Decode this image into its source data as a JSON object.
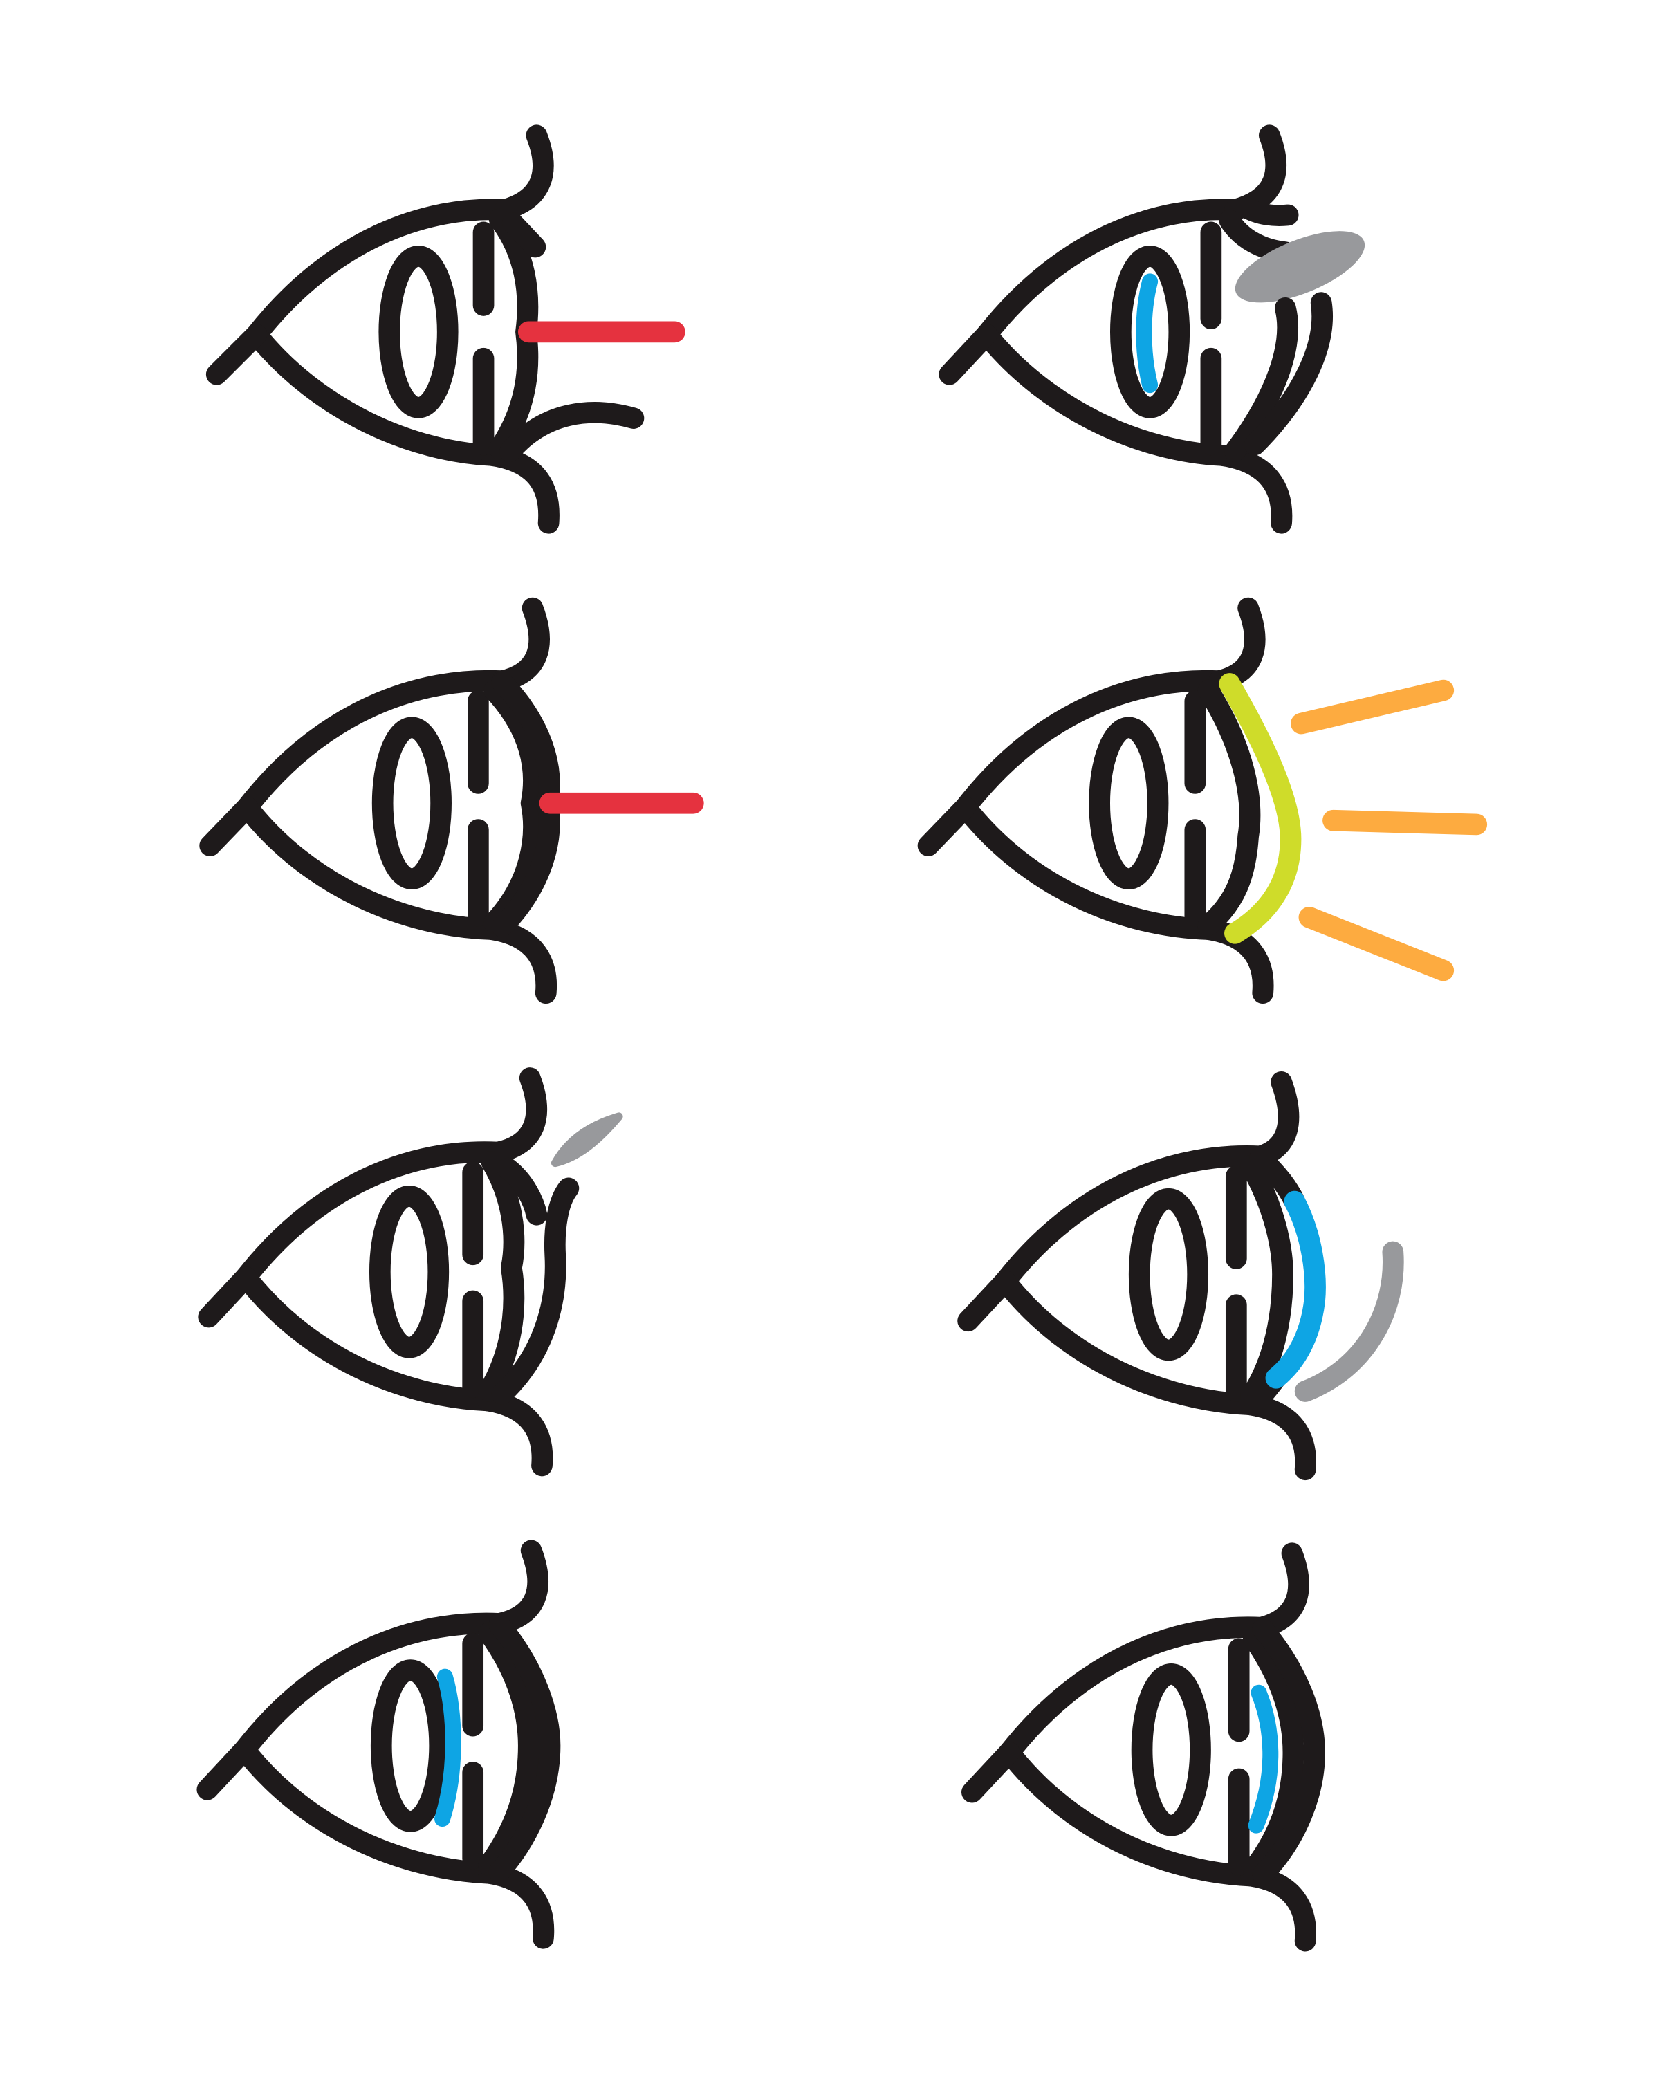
{
  "colors": {
    "outline": "#1e1a1b",
    "background": "#ffffff",
    "red": "#e5323f",
    "blue": "#0ea5e4",
    "gray": "#98999c",
    "yellow_green": "#cfdc2a",
    "orange": "#fdab40"
  },
  "panels": [
    {
      "id": "eye-1",
      "variant": "red-laser-line-with-lower-lid-curl"
    },
    {
      "id": "eye-2",
      "variant": "gray-drop-and-blue-iris-highlight"
    },
    {
      "id": "eye-3",
      "variant": "red-laser-line-at-cornea"
    },
    {
      "id": "eye-4",
      "variant": "yellow-green-cornea-with-orange-rays"
    },
    {
      "id": "eye-5",
      "variant": "small-gray-drop"
    },
    {
      "id": "eye-6",
      "variant": "blue-cornea-layer-with-gray-arc"
    },
    {
      "id": "eye-7",
      "variant": "blue-line-behind-lens"
    },
    {
      "id": "eye-8",
      "variant": "blue-line-on-inner-cornea"
    }
  ]
}
